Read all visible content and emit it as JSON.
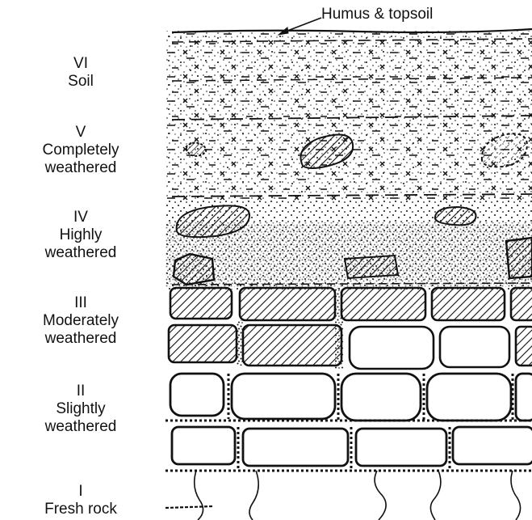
{
  "callout": {
    "label": "Humus & topsoil"
  },
  "grades": [
    {
      "numeral": "VI",
      "lines": [
        "Soil"
      ]
    },
    {
      "numeral": "V",
      "lines": [
        "Completely",
        "weathered"
      ]
    },
    {
      "numeral": "IV",
      "lines": [
        "Highly",
        "weathered"
      ]
    },
    {
      "numeral": "III",
      "lines": [
        "Moderately",
        "weathered"
      ]
    },
    {
      "numeral": "II",
      "lines": [
        "Slightly",
        "weathered"
      ]
    },
    {
      "numeral": "I",
      "lines": [
        "Fresh rock"
      ]
    }
  ],
  "colors": {
    "ink": "#111111",
    "paper": "#ffffff"
  }
}
